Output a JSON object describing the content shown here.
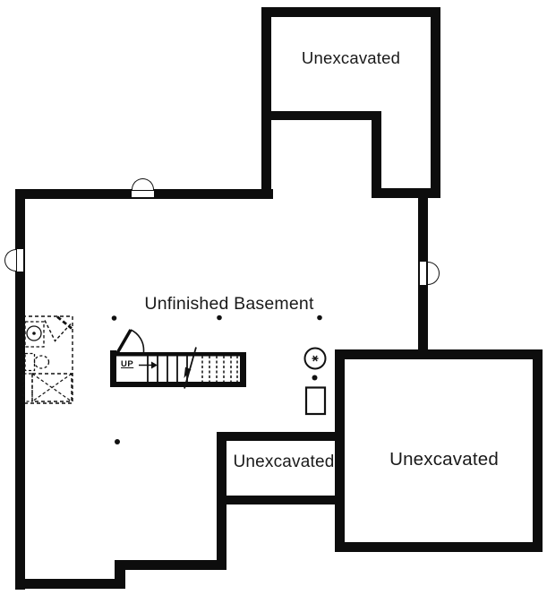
{
  "plan": {
    "type": "basement-floor-plan",
    "rooms": [
      {
        "id": "unexcavated-top",
        "label": "Unexcavated"
      },
      {
        "id": "unfinished-basement",
        "label": "Unfinished Basement"
      },
      {
        "id": "unexcavated-strip",
        "label": "Unexcavated"
      },
      {
        "id": "unexcavated-bottom-right",
        "label": "Unexcavated"
      }
    ],
    "stairs": {
      "direction_label": "UP"
    },
    "symbols": {
      "floor_drain": "circle-with-asterisk",
      "support_columns": "small-dots",
      "sump_pit": "small-rectangle-outline",
      "future_bath": "dashed-fixture-outlines",
      "wall_openings": "semicircle-swing-arcs"
    },
    "colors": {
      "wall": "#0d0d0d",
      "background": "#ffffff",
      "label_text": "#1a1a1a"
    }
  }
}
